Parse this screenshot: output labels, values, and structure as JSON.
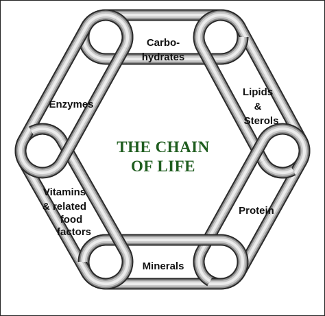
{
  "diagram": {
    "title_lines": [
      "THE CHAIN",
      "OF LIFE"
    ],
    "links": [
      {
        "id": "carbohydrates",
        "lines": [
          "Carbo-",
          "hydrates"
        ]
      },
      {
        "id": "lipids-sterols",
        "lines": [
          "Lipids",
          "&",
          "Sterols"
        ]
      },
      {
        "id": "protein",
        "lines": [
          "Protein"
        ]
      },
      {
        "id": "minerals",
        "lines": [
          "Minerals"
        ]
      },
      {
        "id": "vitamins",
        "lines": [
          "Vitamins",
          "& related",
          "food",
          "factors"
        ]
      },
      {
        "id": "enzymes",
        "lines": [
          "Enzymes"
        ]
      }
    ]
  },
  "colors": {
    "title": "#1f5d1f",
    "chain_dark": "#2a2a2a",
    "chain_light": "#ececec",
    "border": "#222222"
  }
}
